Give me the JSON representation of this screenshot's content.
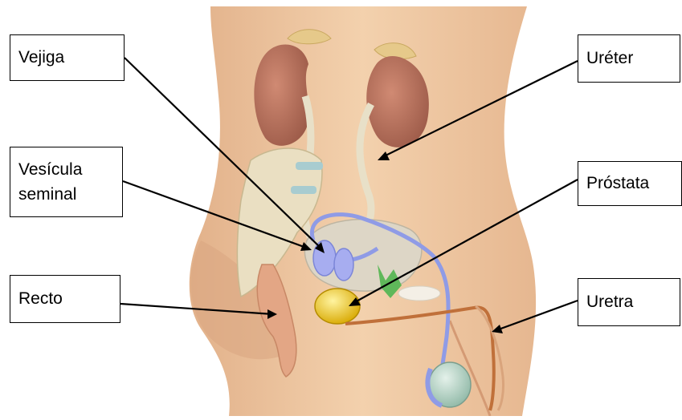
{
  "labels": {
    "vejiga": "Vejiga",
    "vesicula_line1": "Vesícula",
    "vesicula_line2": "seminal",
    "recto": "Recto",
    "ureter": "Uréter",
    "prostata": "Próstata",
    "uretra": "Uretra"
  },
  "colors": {
    "skin": "#f0c9a4",
    "skin_shadow": "#d9a47c",
    "kidney": "#b8705a",
    "adrenal": "#e6c98a",
    "bone": "#eadfc2",
    "bladder": "#ddd6c6",
    "vas_deferens": "#8f9be6",
    "prostate": "#e8c21a",
    "seminal": "#5fb85a",
    "testis": "#b7d4c6",
    "urethra": "#c0703a"
  }
}
